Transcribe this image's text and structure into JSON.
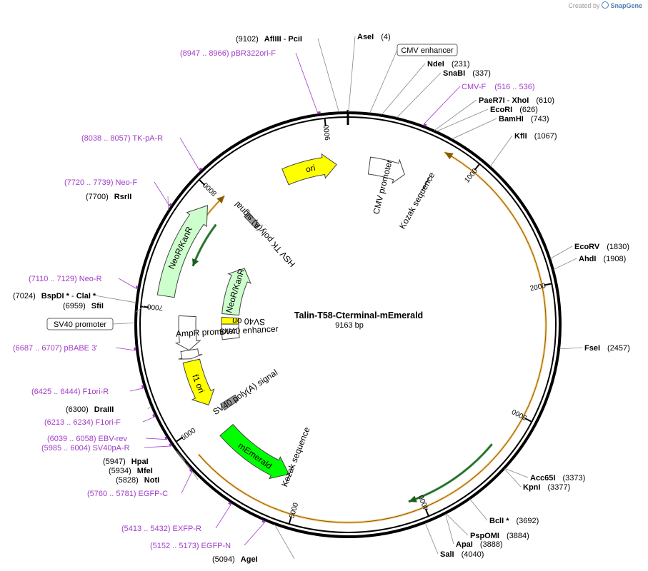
{
  "credit": {
    "prefix": "Created by",
    "brand": "SnapGene"
  },
  "plasmid": {
    "name": "Talin-T58-Cterminal-mEmerald",
    "length_label": "9163 bp",
    "length": 9163
  },
  "ticks": [
    {
      "pos": 1000,
      "label": "1000"
    },
    {
      "pos": 2000,
      "label": "2000"
    },
    {
      "pos": 3000,
      "label": "3000"
    },
    {
      "pos": 4000,
      "label": "4000"
    },
    {
      "pos": 5000,
      "label": "5000"
    },
    {
      "pos": 6000,
      "label": "6000"
    },
    {
      "pos": 7000,
      "label": "7000"
    },
    {
      "pos": 8000,
      "label": "8000"
    },
    {
      "pos": 9000,
      "label": "9000"
    }
  ],
  "sites": [
    {
      "id": "afliii",
      "name": "AflIII",
      "name2": "PciI",
      "pos_label": "(9102)",
      "pos": 9102
    },
    {
      "id": "asei",
      "name": "AseI",
      "pos_label": "(4)",
      "pos": 4
    },
    {
      "id": "ndei",
      "name": "NdeI",
      "pos_label": "(231)",
      "pos": 231
    },
    {
      "id": "snabi",
      "name": "SnaBI",
      "pos_label": "(337)",
      "pos": 337
    },
    {
      "id": "paer7i",
      "name": "PaeR7I",
      "name2": "XhoI",
      "pos_label": "(610)",
      "pos": 610
    },
    {
      "id": "ecori",
      "name": "EcoRI",
      "pos_label": "(626)",
      "pos": 626
    },
    {
      "id": "bamhi",
      "name": "BamHI",
      "pos_label": "(743)",
      "pos": 743
    },
    {
      "id": "kfli",
      "name": "KflI",
      "pos_label": "(1067)",
      "pos": 1067
    },
    {
      "id": "ecorv",
      "name": "EcoRV",
      "pos_label": "(1830)",
      "pos": 1830
    },
    {
      "id": "ahdi",
      "name": "AhdI",
      "pos_label": "(1908)",
      "pos": 1908
    },
    {
      "id": "fsei",
      "name": "FseI",
      "pos_label": "(2457)",
      "pos": 2457
    },
    {
      "id": "acc65i",
      "name": "Acc65I",
      "pos_label": "(3373)",
      "pos": 3373
    },
    {
      "id": "kpni",
      "name": "KpnI",
      "pos_label": "(3377)",
      "pos": 3377
    },
    {
      "id": "bcli",
      "name": "BclI *",
      "pos_label": "(3692)",
      "pos": 3692
    },
    {
      "id": "pspomi",
      "name": "PspOMI",
      "pos_label": "(3884)",
      "pos": 3884
    },
    {
      "id": "apai",
      "name": "ApaI",
      "pos_label": "(3888)",
      "pos": 3888
    },
    {
      "id": "sali",
      "name": "SalI",
      "pos_label": "(4040)",
      "pos": 4040
    },
    {
      "id": "agei",
      "name": "AgeI",
      "pos_label": "(5094)",
      "pos": 5094
    },
    {
      "id": "noti",
      "name": "NotI",
      "pos_label": "(5828)",
      "pos": 5828
    },
    {
      "id": "mfei",
      "name": "MfeI",
      "pos_label": "(5934)",
      "pos": 5934
    },
    {
      "id": "hpai",
      "name": "HpaI",
      "pos_label": "(5947)",
      "pos": 5947
    },
    {
      "id": "draiii",
      "name": "DraIII",
      "pos_label": "(6300)",
      "pos": 6300
    },
    {
      "id": "sfii",
      "name": "SfiI",
      "pos_label": "(6959)",
      "pos": 6959
    },
    {
      "id": "bspdi",
      "name": "BspDI *",
      "name2": "ClaI *",
      "pos_label": "(7024)",
      "pos": 7024
    },
    {
      "id": "rsrii",
      "name": "RsrII",
      "pos_label": "(7700)",
      "pos": 7700
    }
  ],
  "primers": [
    {
      "id": "pbr322ori-f",
      "label": "(8947 .. 8966)  pBR322ori-F",
      "pos": 8956
    },
    {
      "id": "cmv-f",
      "label": "CMV-F",
      "pos_label": "(516 .. 536)",
      "pos": 526
    },
    {
      "id": "tk-pa-r",
      "label": "(8038 .. 8057)  TK-pA-R",
      "pos": 8047
    },
    {
      "id": "neo-f",
      "label": "(7720 .. 7739)  Neo-F",
      "pos": 7729
    },
    {
      "id": "neo-r",
      "label": "(7110 .. 7129)  Neo-R",
      "pos": 7119
    },
    {
      "id": "pbabe-3",
      "label": "(6687 .. 6707)  pBABE 3'",
      "pos": 6697
    },
    {
      "id": "f1ori-r",
      "label": "(6425 .. 6444)  F1ori-R",
      "pos": 6434
    },
    {
      "id": "f1ori-f",
      "label": "(6213 .. 6234)  F1ori-F",
      "pos": 6223
    },
    {
      "id": "ebv-rev",
      "label": "(6039 .. 6058)  EBV-rev",
      "pos": 6048
    },
    {
      "id": "sv40pa-r",
      "label": "(5985 .. 6004)  SV40pA-R",
      "pos": 5994
    },
    {
      "id": "egfp-c",
      "label": "(5760 .. 5781)  EGFP-C",
      "pos": 5770
    },
    {
      "id": "exfp-r",
      "label": "(5413 .. 5432)  EXFP-R",
      "pos": 5422
    },
    {
      "id": "egfp-n",
      "label": "(5152 .. 5173)  EGFP-N",
      "pos": 5162
    }
  ],
  "boxed_labels": [
    {
      "id": "cmv-enhancer",
      "label": "CMV enhancer",
      "pos": 150
    },
    {
      "id": "sv40-promoter",
      "label": "SV40 promoter",
      "pos": 6885
    }
  ],
  "features": [
    {
      "id": "ori",
      "label": "ori",
      "start": 8580,
      "end": 9060,
      "track": 2,
      "color": "#ffff00",
      "dir": 1
    },
    {
      "id": "cmv-promoter",
      "label": "CMV promoter",
      "start": 195,
      "end": 525,
      "track": 2,
      "color": "#ffffff",
      "dir": 1
    },
    {
      "id": "kozak-1",
      "label": "Kozak sequence",
      "start": 735,
      "end": 745,
      "track": 2,
      "color": "#ffffff",
      "dir": 0
    },
    {
      "id": "hsv-tk-polya",
      "label": "HSV TK poly(A) signal",
      "start": 8050,
      "end": 8110,
      "track": 3,
      "color": "#999999",
      "dir": 0
    },
    {
      "id": "neo-kanr-outer",
      "label": "NeoR/KanR",
      "start": 7100,
      "end": 7900,
      "track": 1,
      "color": "#ccffcc",
      "dir": 1
    },
    {
      "id": "neo-kanr-inner",
      "label": "NeoR/KanR",
      "start": 7000,
      "end": 7600,
      "track": 4,
      "color": "#ccffcc",
      "dir": 1
    },
    {
      "id": "sv40-ori",
      "label": "SV40 ori",
      "start": 6880,
      "end": 6960,
      "track": 4,
      "color": "#ffff00",
      "dir": 0
    },
    {
      "id": "sv40-enhancer",
      "label": "SV40 enhancer",
      "start": 6700,
      "end": 6880,
      "track": 4,
      "color": "#ffffff",
      "dir": 0
    },
    {
      "id": "ampr-promoter",
      "label": "AmpR promoter",
      "start": 6640,
      "end": 6950,
      "track": 2,
      "color": "#ffffff",
      "dir": -1
    },
    {
      "id": "unnamed-arrow",
      "label": "",
      "start": 6560,
      "end": 6640,
      "track": 2,
      "color": "#ffffff",
      "dir": -1
    },
    {
      "id": "f1-ori",
      "label": "f1 ori",
      "start": 6110,
      "end": 6540,
      "track": 2,
      "color": "#ffff00",
      "dir": -1
    },
    {
      "id": "sv40-polya",
      "label": "SV40 poly(A) signal",
      "start": 5990,
      "end": 6060,
      "track": 3,
      "color": "#999999",
      "dir": 0
    },
    {
      "id": "memerald",
      "label": "mEmerald",
      "start": 5130,
      "end": 5830,
      "track": 2,
      "color": "#00ff00",
      "dir": -1
    },
    {
      "id": "kozak-2",
      "label": "Kozak sequence",
      "start": 5125,
      "end": 5135,
      "track": 2,
      "color": "#ffffff",
      "dir": 0
    }
  ],
  "orfs": [
    {
      "id": "orf-outer-large",
      "start": 744,
      "end": 5830,
      "color": "#f5a623",
      "dir": -1
    },
    {
      "id": "orf-outer-left",
      "start": 7300,
      "end": 8050,
      "color": "#f5a623",
      "dir": 1
    },
    {
      "id": "orf-green-right",
      "start": 3300,
      "end": 4100,
      "color": "#2e7d32",
      "dir": 1
    },
    {
      "id": "orf-green-left",
      "start": 7400,
      "end": 7820,
      "color": "#2e7d32",
      "dir": -1
    }
  ]
}
